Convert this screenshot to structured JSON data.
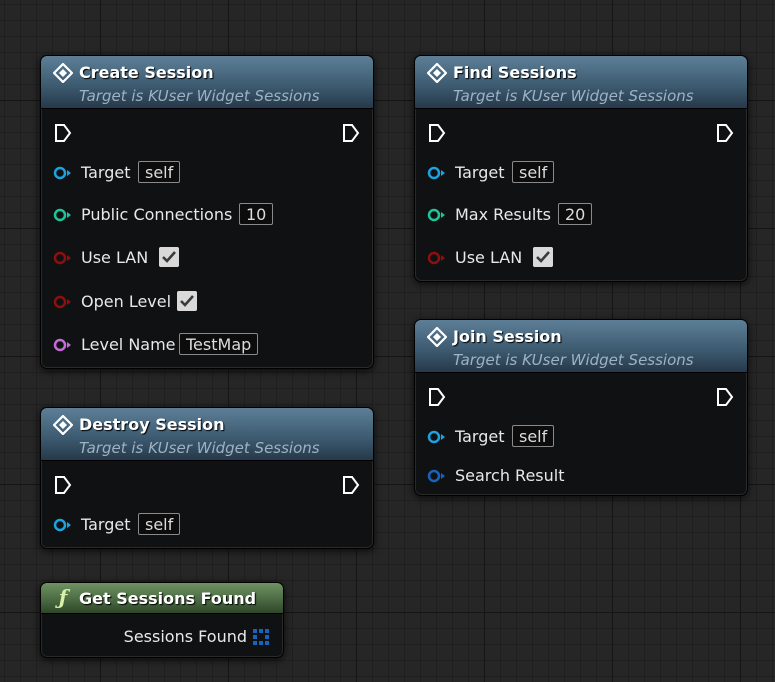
{
  "nodes": {
    "create_session": {
      "title": "Create Session",
      "subtitle": "Target is KUser Widget Sessions",
      "pins": [
        {
          "label": "Target",
          "value": "self",
          "color": "#1aa3e0"
        },
        {
          "label": "Public Connections",
          "value": "10",
          "color": "#1ec59b"
        },
        {
          "label": "Use LAN",
          "checked": true,
          "color": "#8f0f0f"
        },
        {
          "label": "Open Level",
          "checked": true,
          "color": "#8f0f0f"
        },
        {
          "label": "Level Name",
          "value": "TestMap",
          "color": "#c56bd6"
        }
      ]
    },
    "find_sessions": {
      "title": "Find Sessions",
      "subtitle": "Target is KUser Widget Sessions",
      "pins": [
        {
          "label": "Target",
          "value": "self",
          "color": "#1aa3e0"
        },
        {
          "label": "Max Results",
          "value": "20",
          "color": "#1ec59b"
        },
        {
          "label": "Use LAN",
          "checked": true,
          "color": "#8f0f0f"
        }
      ]
    },
    "join_session": {
      "title": "Join Session",
      "subtitle": "Target is KUser Widget Sessions",
      "pins": [
        {
          "label": "Target",
          "value": "self",
          "color": "#1aa3e0"
        },
        {
          "label": "Search Result",
          "color": "#1565c0"
        }
      ]
    },
    "destroy_session": {
      "title": "Destroy Session",
      "subtitle": "Target is KUser Widget Sessions",
      "pins": [
        {
          "label": "Target",
          "value": "self",
          "color": "#1aa3e0"
        }
      ]
    },
    "get_sessions_found": {
      "title": "Get Sessions Found",
      "icon": "ƒ",
      "output_label": "Sessions Found",
      "output_color": "#1565c0"
    }
  },
  "icons": {
    "function": "function-diamond-icon",
    "pure_function": "pure-function-icon",
    "exec": "exec-pin-icon",
    "array": "array-pin-icon"
  },
  "colors": {
    "header_impure": "#3e5c72",
    "header_pure": "#4b6b43",
    "node_body": "#101113",
    "grid_bg": "#262626"
  }
}
